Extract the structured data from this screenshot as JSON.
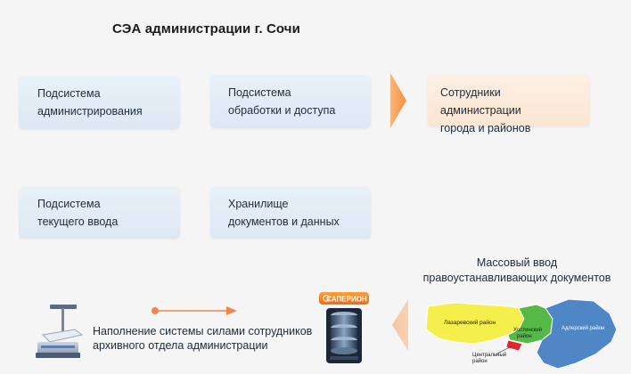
{
  "title": "СЭА администрации г. Сочи",
  "boxes": {
    "admin": {
      "line1": "Подсистема",
      "line2": "администрирования"
    },
    "process": {
      "line1": "Подсистема",
      "line2": "обработки и доступа"
    },
    "staff": {
      "line1": "Сотрудники администрации",
      "line2": "города и районов"
    },
    "input": {
      "line1": "Подсистема",
      "line2": "текущего ввода"
    },
    "storage": {
      "line1": "Хранилище",
      "line2": "документов и данных"
    }
  },
  "mass_input": {
    "line1": "Массовый ввод",
    "line2": "правоустанавливающих документов"
  },
  "archive_fill": {
    "line1": "Наполнение системы силами сотрудников",
    "line2": "архивного отдела администрации"
  },
  "logo": {
    "text": "САПЕРИОН"
  },
  "map": {
    "regions": {
      "lazarevsky": "Лазаревский район",
      "khostinsky_1": "Хостинский",
      "khostinsky_2": "район",
      "adlersky": "Адлерский район",
      "central_1": "Центральный",
      "central_2": "район"
    },
    "colors": {
      "lazarevsky": "#f4ef4a",
      "khostinsky": "#55b947",
      "adlersky": "#4f86c6",
      "central": "#e3262d"
    }
  },
  "colors": {
    "box_blue": "#e3edf7",
    "box_orange": "#fcebdb",
    "arrow": "#f7a15a",
    "connector": "#f4844c"
  },
  "icons": [
    "scanner-icon",
    "server-database-icon",
    "arrow-right-icon",
    "arrow-left-icon"
  ]
}
